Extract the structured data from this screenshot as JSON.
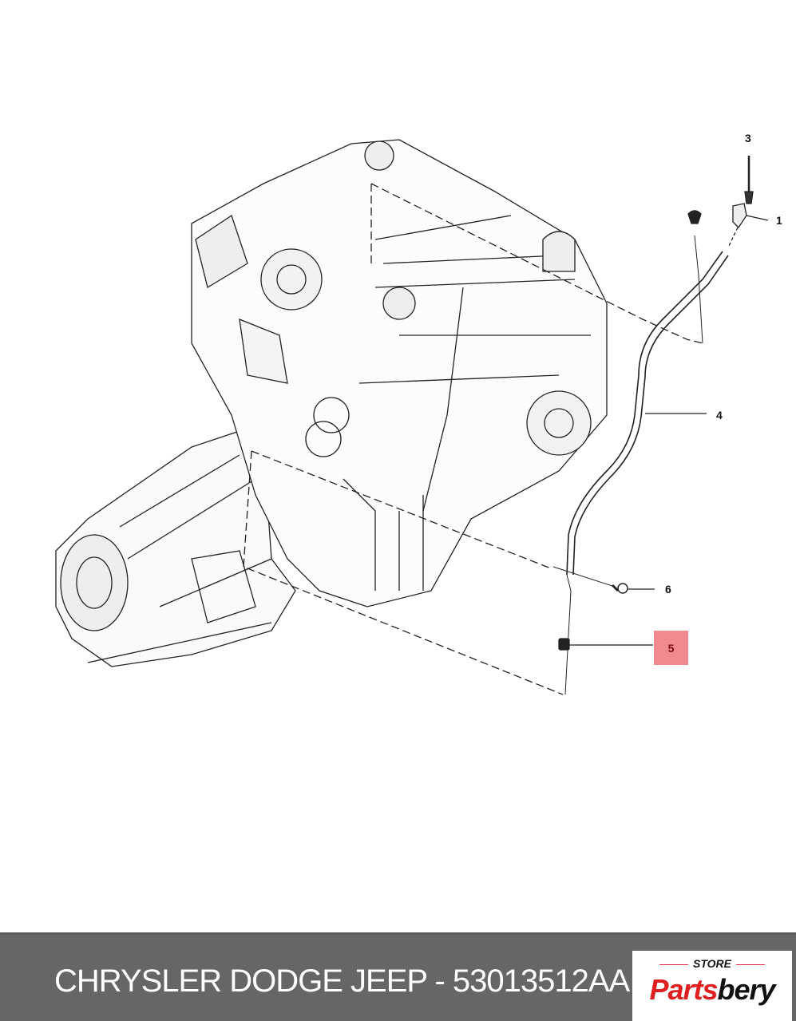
{
  "diagram": {
    "callouts": [
      {
        "number": "1"
      },
      {
        "number": "3"
      },
      {
        "number": "4"
      },
      {
        "number": "5",
        "highlighted": true
      },
      {
        "number": "6"
      }
    ],
    "highlight_color": "#f08a8f"
  },
  "footer": {
    "title": "CHRYSLER DODGE JEEP - 53013512AA",
    "background_color": "#666666",
    "logo": {
      "store": "STORE",
      "brand_part1": "Parts",
      "brand_part2": "bery",
      "brand_color": "#e02020"
    }
  }
}
